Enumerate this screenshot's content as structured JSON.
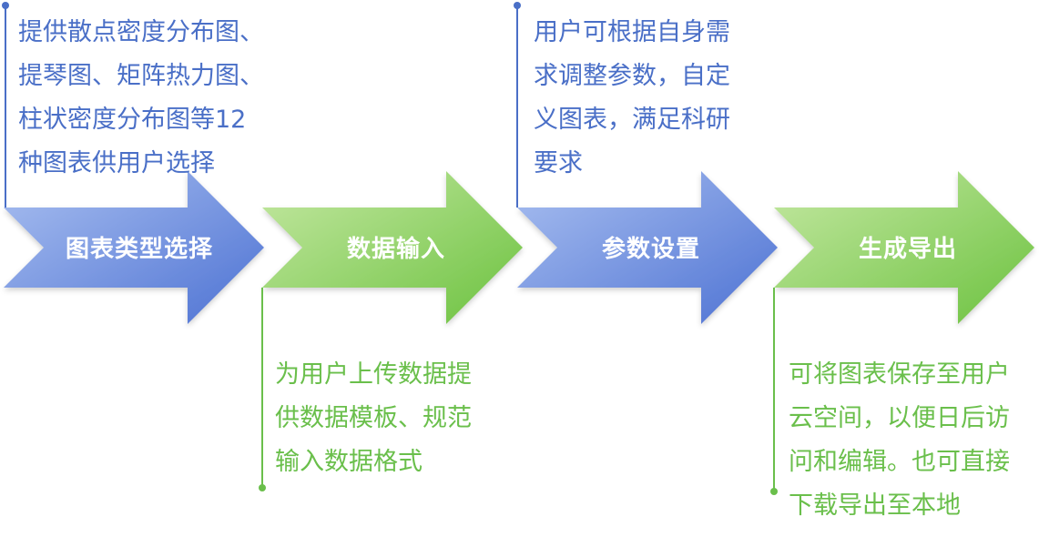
{
  "steps": [
    {
      "title": "图表类型选择",
      "description": "提供散点密度分布图、\n提琴图、矩阵热力图、\n柱状密度分布图等12\n种图表供用户选择",
      "color": "blue"
    },
    {
      "title": "数据输入",
      "description": "为用户上传数据提\n供数据模板、规范\n输入数据格式",
      "color": "green"
    },
    {
      "title": "参数设置",
      "description": "用户可根据自身需\n求调整参数，自定\n义图表，满足科研\n要求",
      "color": "blue"
    },
    {
      "title": "生成导出",
      "description": "可将图表保存至用户\n云空间，以便日后访\n问和编辑。也可直接\n下载导出至本地",
      "color": "green"
    }
  ],
  "colors": {
    "blue_light": "#a9bff0",
    "blue_dark": "#4d72d3",
    "green_light": "#c5e8a3",
    "green_dark": "#6cc23f",
    "blue_line": "#4a6fc7",
    "green_line": "#6abf4b"
  }
}
